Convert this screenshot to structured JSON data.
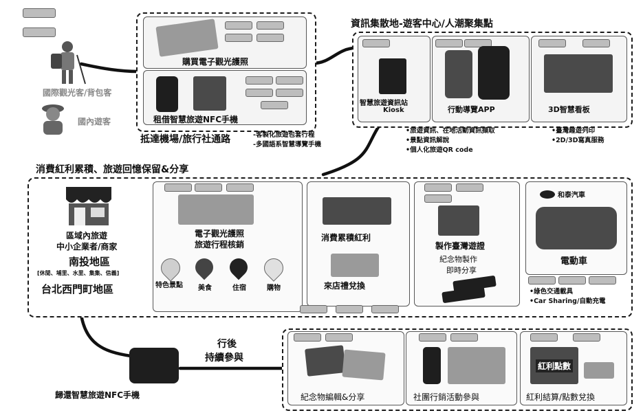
{
  "tourists": {
    "international": "國際觀光客/背包客",
    "domestic": "國內遊客"
  },
  "top_box": {
    "ticket_label": "購買電子觀光護照",
    "nfc_label": "租借智慧旅遊NFC手機",
    "caption": "抵達機場/旅行社通路",
    "bullets": [
      "-客製化旅遊包套行程",
      "-多國語系智慧導覽手機"
    ]
  },
  "info_hub": {
    "title": "資訊集散地-遊客中心/人潮聚集點",
    "kiosk_label_1": "智慧旅遊資訊站",
    "kiosk_label_2": "Kiosk",
    "app_label": "行動導覽APP",
    "board_label": "3D智慧看板",
    "bullets_left": [
      "•旅遊資訊、在地活動資訊擷取",
      "•景點資訊解說",
      "•個人化旅遊QR code"
    ],
    "bullets_right": [
      "•臺灣趣遊列印",
      "•2D/3D寫真服務"
    ]
  },
  "consume": {
    "title": "消費紅利累積、旅遊回憶保留&分享",
    "region_1": "區域內旅遊",
    "region_2": "中小企業者/商家",
    "area_nantou": "南投地區",
    "area_nantou_sub": "[休閒、埔里、水里、集集、信義]",
    "area_taipei": "台北西門町地區",
    "passport_1": "電子觀光護照",
    "passport_2": "旅遊行程核銷",
    "pins": [
      "特色景點",
      "美食",
      "住宿",
      "購物"
    ],
    "points_label": "消費累積紅利",
    "redeem_label": "來店禮兌換",
    "make_label": "製作臺灣遊證",
    "souvenir_1": "紀念物製作",
    "souvenir_2": "即時分享",
    "car_brand": "和泰汽車",
    "ev_label": "電動車",
    "ev_bullets": [
      "•綠色交通載具",
      "•Car Sharing/自動充電"
    ]
  },
  "after": {
    "return_label": "歸還智慧旅遊NFC手機",
    "caption_1": "行後",
    "caption_2": "持續參與",
    "edit_label": "紀念物編輯&分享",
    "community_label": "社團行銷活動參與",
    "bonus_label": "紅利結算/點數兌換",
    "bonus_banner": "紅利點數"
  },
  "colors": {
    "outline": "#1a1a1a",
    "connector": "#111111",
    "tag": "#bdbdbd"
  }
}
